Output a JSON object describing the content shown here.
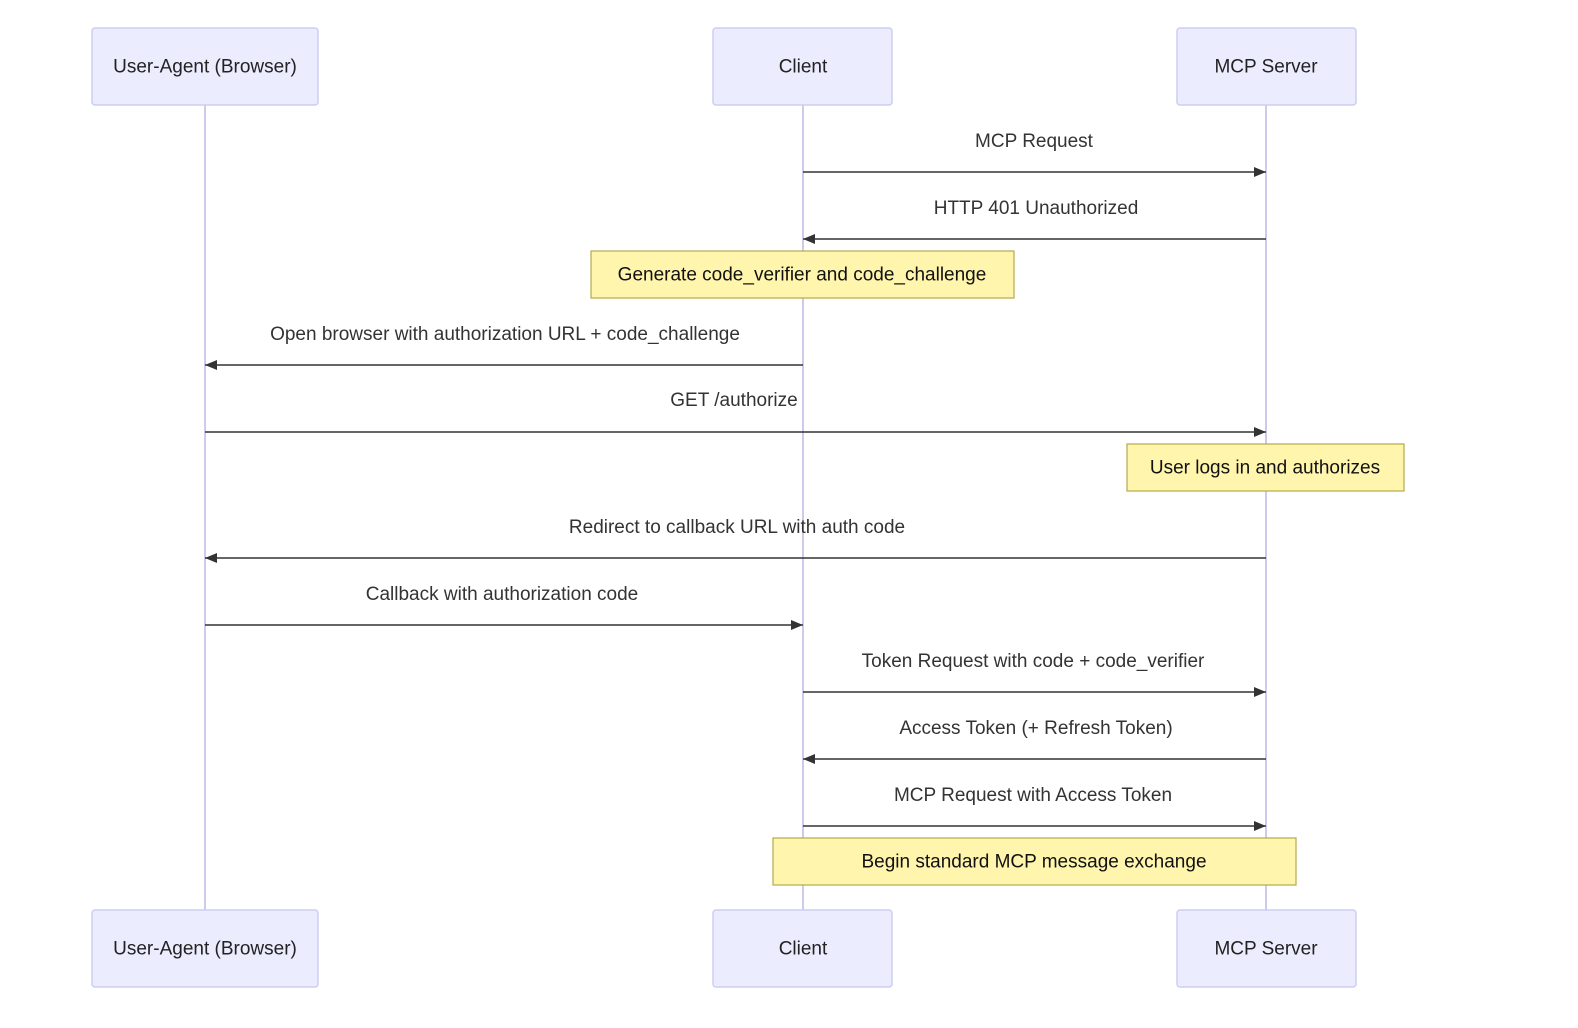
{
  "diagram": {
    "type": "sequence",
    "colors": {
      "actor_fill": "#ececff",
      "actor_stroke": "#cdcdf0",
      "lifeline": "#cfcaea",
      "arrow": "#333333",
      "note_fill": "#fff5ad",
      "note_stroke": "#b5aa4a"
    },
    "actors": [
      {
        "id": "ua",
        "label": "User-Agent (Browser)"
      },
      {
        "id": "client",
        "label": "Client"
      },
      {
        "id": "server",
        "label": "MCP Server"
      }
    ],
    "steps": [
      {
        "kind": "message",
        "from": "client",
        "to": "server",
        "label": "MCP Request"
      },
      {
        "kind": "message",
        "from": "server",
        "to": "client",
        "label": "HTTP 401 Unauthorized"
      },
      {
        "kind": "note",
        "over": [
          "client"
        ],
        "label": "Generate code_verifier and code_challenge"
      },
      {
        "kind": "message",
        "from": "client",
        "to": "ua",
        "label": "Open browser with authorization URL + code_challenge"
      },
      {
        "kind": "message",
        "from": "ua",
        "to": "server",
        "label": "GET /authorize"
      },
      {
        "kind": "note",
        "over": [
          "server"
        ],
        "label": "User logs in and authorizes"
      },
      {
        "kind": "message",
        "from": "server",
        "to": "ua",
        "label": "Redirect to callback URL with auth code"
      },
      {
        "kind": "message",
        "from": "ua",
        "to": "client",
        "label": "Callback with authorization code"
      },
      {
        "kind": "message",
        "from": "client",
        "to": "server",
        "label": "Token Request with code + code_verifier"
      },
      {
        "kind": "message",
        "from": "server",
        "to": "client",
        "label": "Access Token (+ Refresh Token)"
      },
      {
        "kind": "message",
        "from": "client",
        "to": "server",
        "label": "MCP Request with Access Token"
      },
      {
        "kind": "note",
        "over": [
          "client",
          "server"
        ],
        "label": "Begin standard MCP message exchange"
      }
    ]
  }
}
